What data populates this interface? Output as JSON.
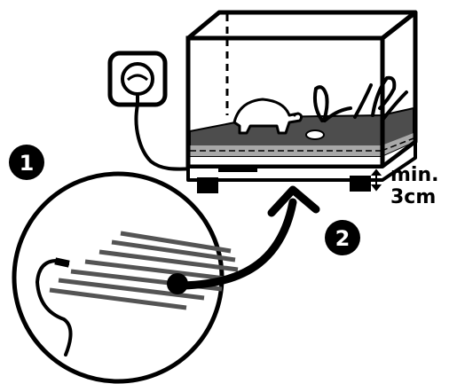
{
  "steps": [
    {
      "number": "1"
    },
    {
      "number": "2"
    }
  ],
  "clearance_note": {
    "line1": "min.",
    "line2": "3cm"
  },
  "icons": [
    "wall-socket-icon",
    "terrarium-icon",
    "tortoise-icon",
    "plant-icon",
    "heat-mat-icon",
    "arrow-icon",
    "double-arrow-icon"
  ],
  "colors": {
    "ink": "#000000",
    "paper": "#ffffff",
    "substrate": "#4d4d4d",
    "substrate_edge": "#a8a8a8",
    "heater_stripe": "#545454"
  }
}
